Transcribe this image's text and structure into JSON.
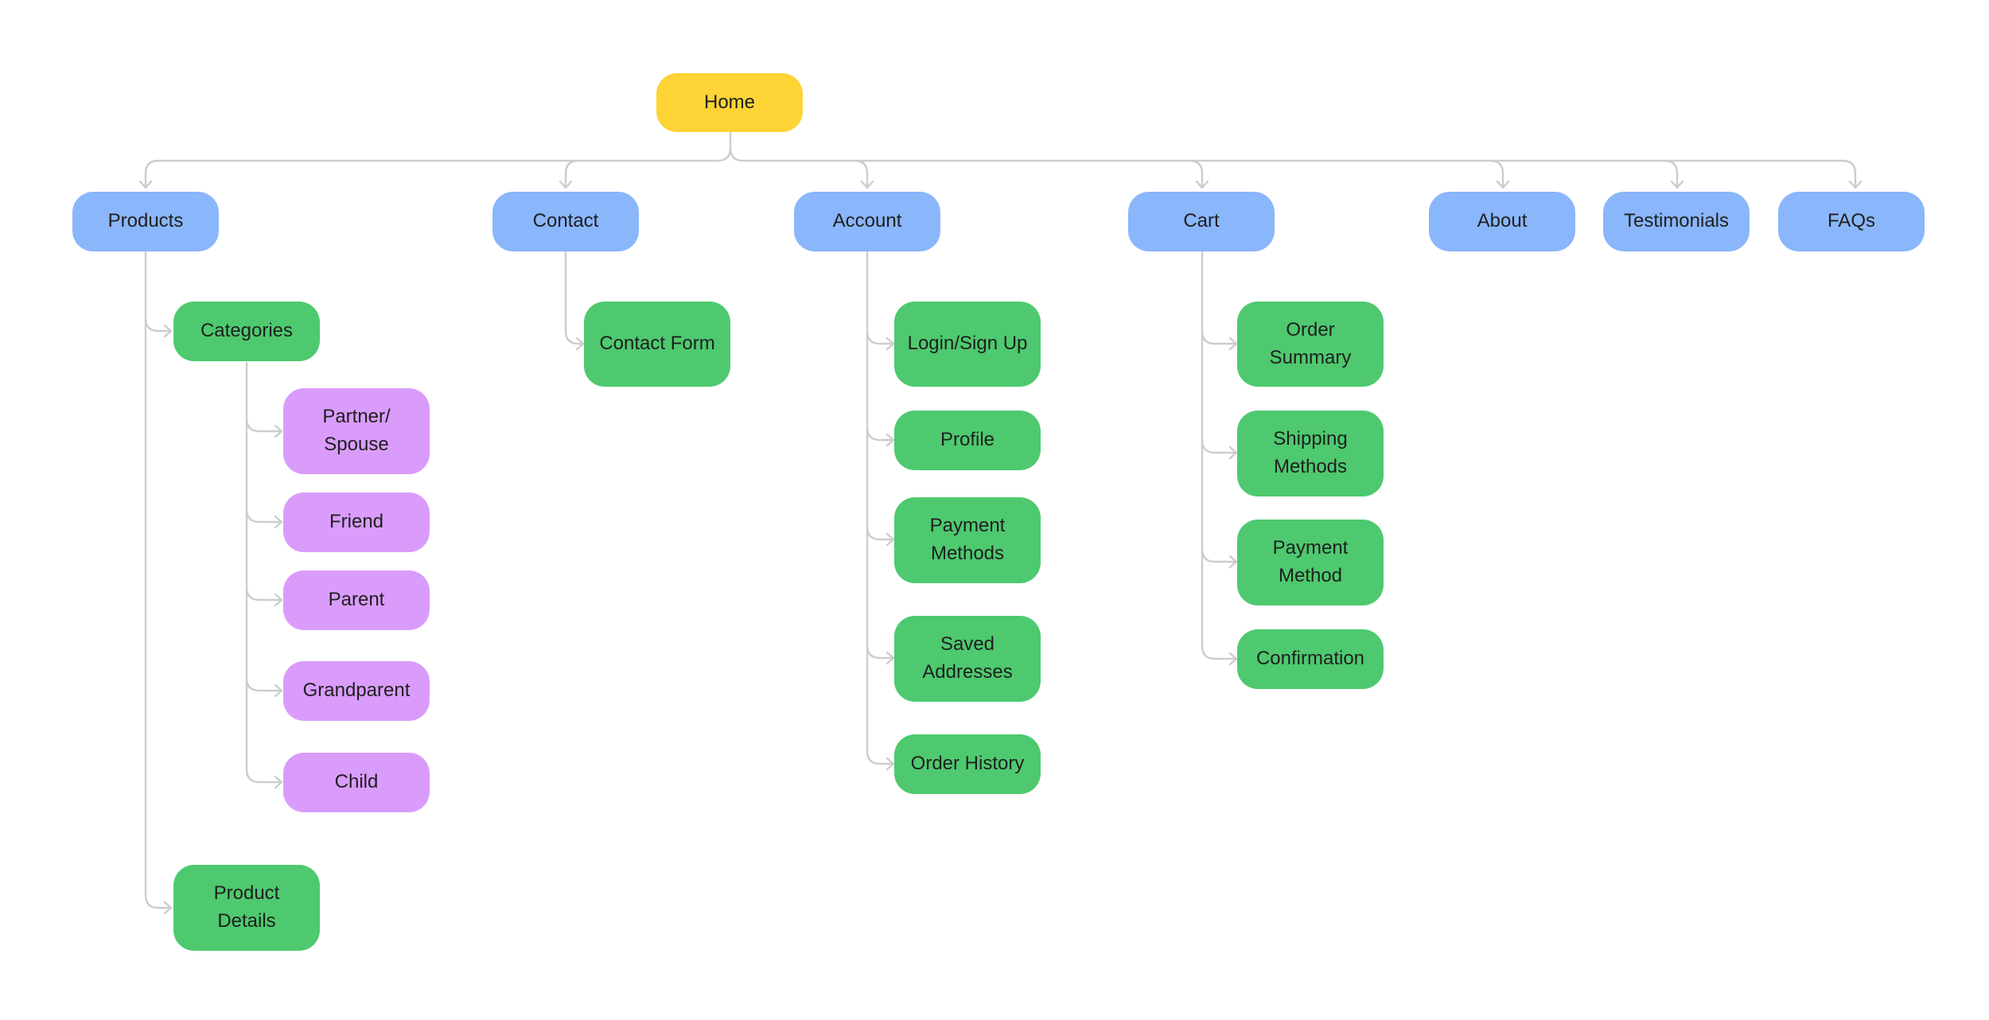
{
  "colors": {
    "root": "#fdd335",
    "section": "#8ab6fb",
    "page": "#4ec96f",
    "subcategory": "#da9cfb",
    "connector": "#cdcdcd"
  },
  "root": {
    "label": "Home"
  },
  "sections": {
    "products": {
      "label": "Products",
      "children": {
        "categories": {
          "label": "Categories",
          "children": {
            "partner": {
              "label": "Partner/ Spouse"
            },
            "friend": {
              "label": "Friend"
            },
            "parent": {
              "label": "Parent"
            },
            "grandparent": {
              "label": "Grandparent"
            },
            "child": {
              "label": "Child"
            }
          }
        },
        "product_details": {
          "label": "Product Details"
        }
      }
    },
    "contact": {
      "label": "Contact",
      "children": {
        "contact_form": {
          "label": "Contact Form"
        }
      }
    },
    "account": {
      "label": "Account",
      "children": {
        "login": {
          "label": "Login/Sign Up"
        },
        "profile": {
          "label": "Profile"
        },
        "payment_methods": {
          "label": "Payment Methods"
        },
        "saved_addresses": {
          "label": "Saved Addresses"
        },
        "order_history": {
          "label": "Order History"
        }
      }
    },
    "cart": {
      "label": "Cart",
      "children": {
        "order_summary": {
          "label": "Order Summary"
        },
        "shipping_methods": {
          "label": "Shipping Methods"
        },
        "payment_method": {
          "label": "Payment Method"
        },
        "confirmation": {
          "label": "Confirmation"
        }
      }
    },
    "about": {
      "label": "About"
    },
    "testimonials": {
      "label": "Testimonials"
    },
    "faqs": {
      "label": "FAQs"
    }
  }
}
